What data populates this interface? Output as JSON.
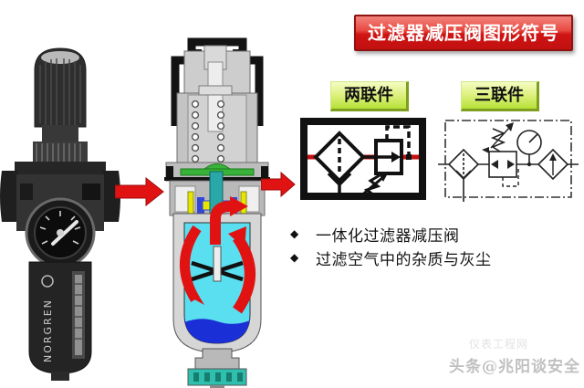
{
  "title_banner": {
    "text": "过滤器减压阀图形符号"
  },
  "labels": {
    "two_unit": "两联件",
    "three_unit": "三联件"
  },
  "bullets": [
    {
      "marker": "◆",
      "text": "一体化过滤器减压阀"
    },
    {
      "marker": "◆",
      "text": "过滤空气中的杂质与灰尘"
    }
  ],
  "photo": {
    "brand": "NORGREN"
  },
  "watermark": {
    "site": "仪表工程网",
    "credit": "头条@兆阳谈安全"
  },
  "colors": {
    "banner_red": "#c21010",
    "label_green": "#b5e138",
    "arrow_red": "#e11212",
    "symbol_flow_red": "#c41212",
    "section_green": "#39b23a",
    "section_cyan": "#59dff0",
    "section_water_blue": "#1b2fd6",
    "section_yellow": "#e6e600"
  },
  "symbols": {
    "two_unit_components": [
      "filter",
      "pressure-regulator"
    ],
    "three_unit_components": [
      "filter",
      "pressure-regulator",
      "pressure-gauge",
      "lubricator"
    ]
  }
}
